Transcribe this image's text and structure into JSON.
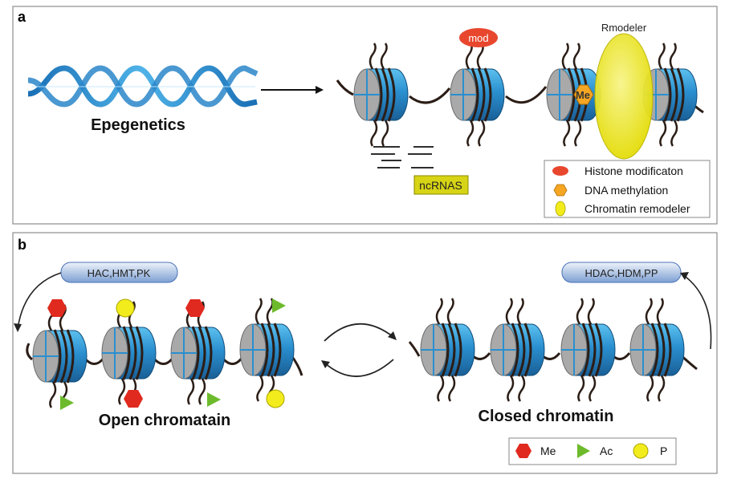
{
  "panel_a": {
    "label": "a",
    "dna_label": "Epegenetics",
    "mod_label": "mod",
    "remodeler_label": "Rmodeler",
    "me_label": "Me",
    "ncrna_label": "ncRNAS",
    "legend": [
      {
        "label": "Histone modificaton",
        "icon": "red-ellipse-icon",
        "color": "#e8472e"
      },
      {
        "label": "DNA methylation",
        "icon": "orange-hexagon-icon",
        "color": "#f5a623"
      },
      {
        "label": "Chromatin remodeler",
        "icon": "yellow-ellipse-icon",
        "color": "#f2ec1c"
      }
    ]
  },
  "panel_b": {
    "label": "b",
    "left_enzymes": "HAC,HMT,PK",
    "right_enzymes": "HDAC,HDM,PP",
    "open_label": "Open chromatain",
    "closed_label": "Closed chromatin",
    "legend": [
      {
        "label": "Me",
        "icon": "red-hexagon-icon",
        "color": "#e02a1f"
      },
      {
        "label": "Ac",
        "icon": "green-triangle-icon",
        "color": "#6dbb2c"
      },
      {
        "label": "P",
        "icon": "yellow-circle-icon",
        "color": "#f2ec1c"
      }
    ]
  },
  "colors": {
    "nucleosome_blue": "#2a8fcf",
    "histone_grey": "#a9a9a9",
    "dna_strand": "#2b1d16",
    "legend_box_fill": "#dfe8f3",
    "ncrna_box": "#d7d415"
  }
}
